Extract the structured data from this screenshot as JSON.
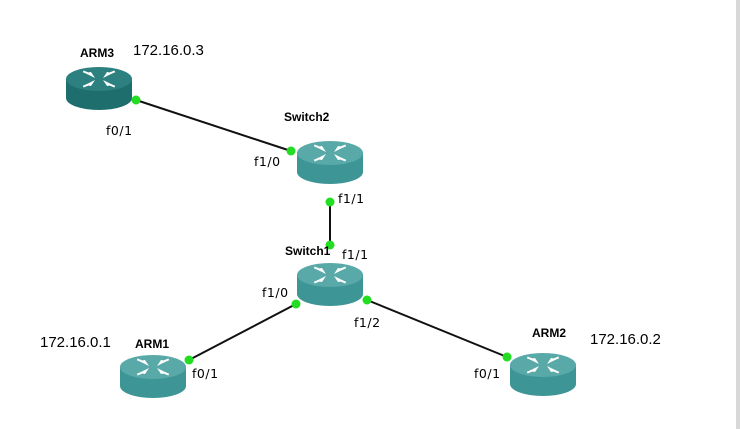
{
  "colors": {
    "router_dark_body": "#1f6e6e",
    "router_dark_top": "#2d8080",
    "router_body": "#3d9595",
    "router_top": "#5aa9a9",
    "port_dot": "#22dd22",
    "link": "#111111"
  },
  "nodes": [
    {
      "id": "arm3",
      "name": "ARM3",
      "ip": "172.16.0.3",
      "icon": "router-icon",
      "style": "dark"
    },
    {
      "id": "switch2",
      "name": "Switch2",
      "ip": "",
      "icon": "router-icon",
      "style": "normal"
    },
    {
      "id": "switch1",
      "name": "Switch1",
      "ip": "",
      "icon": "router-icon",
      "style": "normal"
    },
    {
      "id": "arm1",
      "name": "ARM1",
      "ip": "172.16.0.1",
      "icon": "router-icon",
      "style": "normal"
    },
    {
      "id": "arm2",
      "name": "ARM2",
      "ip": "172.16.0.2",
      "icon": "router-icon",
      "style": "normal"
    }
  ],
  "links": [
    {
      "from": "arm3",
      "from_port": "f0/1",
      "to": "switch2",
      "to_port": "f1/0"
    },
    {
      "from": "switch2",
      "from_port": "f1/1",
      "to": "switch1",
      "to_port": "f1/1"
    },
    {
      "from": "switch1",
      "from_port": "f1/0",
      "to": "arm1",
      "to_port": "f0/1"
    },
    {
      "from": "switch1",
      "from_port": "f1/2",
      "to": "arm2",
      "to_port": "f0/1"
    }
  ]
}
